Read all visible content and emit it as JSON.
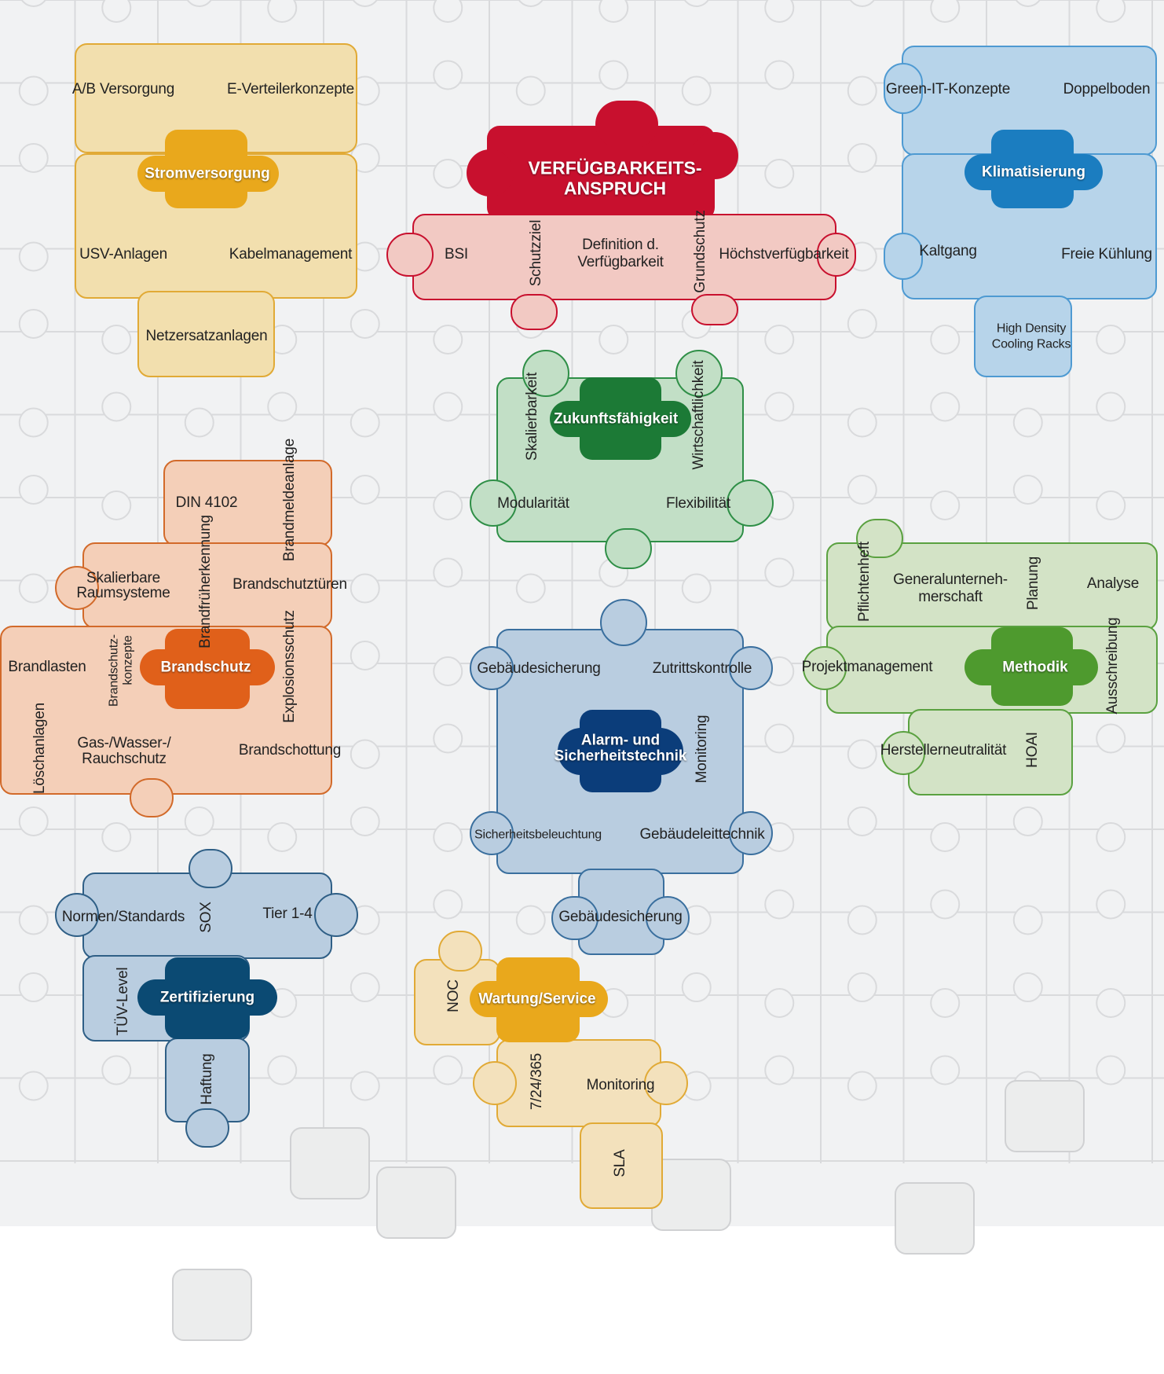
{
  "colors": {
    "background": "#f1f2f3",
    "grid_line": "#d9dadc",
    "strom": "#e9a81c",
    "verfuegbarkeit": "#c8102e",
    "klima": "#1b7dc0",
    "zukunft": "#1c7a36",
    "brandschutz": "#e0601a",
    "alarm": "#0b3d7a",
    "methodik": "#4e9a2e",
    "zertifizierung": "#0b4a73",
    "wartung": "#e9a81c"
  },
  "clusters": {
    "stromversorgung": {
      "hub": "Stromversorgung",
      "topics": [
        "A/B Versorgung",
        "E-Verteilerkonzepte",
        "USV-Anlagen",
        "Kabelmanagement",
        "Netzersatzanlagen"
      ]
    },
    "verfuegbarkeit": {
      "hub_line1": "VERFÜGBARKEITS-",
      "hub_line2": "ANSPRUCH",
      "topics": [
        "BSI",
        "Schutzziel",
        "Definition d.",
        "Verfügbarkeit",
        "Grundschutz",
        "Höchstverfügbarkeit"
      ]
    },
    "klimatisierung": {
      "hub": "Klimatisierung",
      "topics": [
        "Green-IT-Konzepte",
        "Doppelboden",
        "Kaltgang",
        "Freie Kühlung",
        "High Density",
        "Cooling Racks"
      ]
    },
    "zukunft": {
      "hub": "Zukunftsfähigkeit",
      "topics": [
        "Skalierbarkeit",
        "Wirtschaftlichkeit",
        "Modularität",
        "Flexibilität"
      ]
    },
    "brandschutz": {
      "hub": "Brandschutz",
      "topics": [
        "DIN 4102",
        "Brandmeldeanlage",
        "Brandfrüherkennung",
        "Skalierbare",
        "Raumsysteme",
        "Brandschutztüren",
        "Brandlasten",
        "Brandschutz-",
        "konzepte",
        "Explosionsschutz",
        "Löschanlagen",
        "Gas-/Wasser-/",
        "Rauchschutz",
        "Brandschottung"
      ]
    },
    "alarm": {
      "hub_line1": "Alarm- und",
      "hub_line2": "Sicherheitstechnik",
      "topics": [
        "Gebäudesicherung",
        "Zutrittskontrolle",
        "Monitoring",
        "Sicherheitsbeleuchtung",
        "Gebäudeleittechnik",
        "Gebäudesicherung"
      ]
    },
    "methodik": {
      "hub": "Methodik",
      "topics": [
        "Pflichtenheft",
        "Generalunterneh-",
        "merschaft",
        "Planung",
        "Analyse",
        "Projektmanagement",
        "Ausschreibung",
        "Herstellerneutralität",
        "HOAI"
      ]
    },
    "zertifizierung": {
      "hub": "Zertifizierung",
      "topics": [
        "Normen/Standards",
        "SOX",
        "Tier 1-4",
        "TÜV-Level",
        "Haftung"
      ]
    },
    "wartung": {
      "hub": "Wartung/Service",
      "topics": [
        "NOC",
        "7/24/365",
        "Monitoring",
        "SLA"
      ]
    }
  }
}
